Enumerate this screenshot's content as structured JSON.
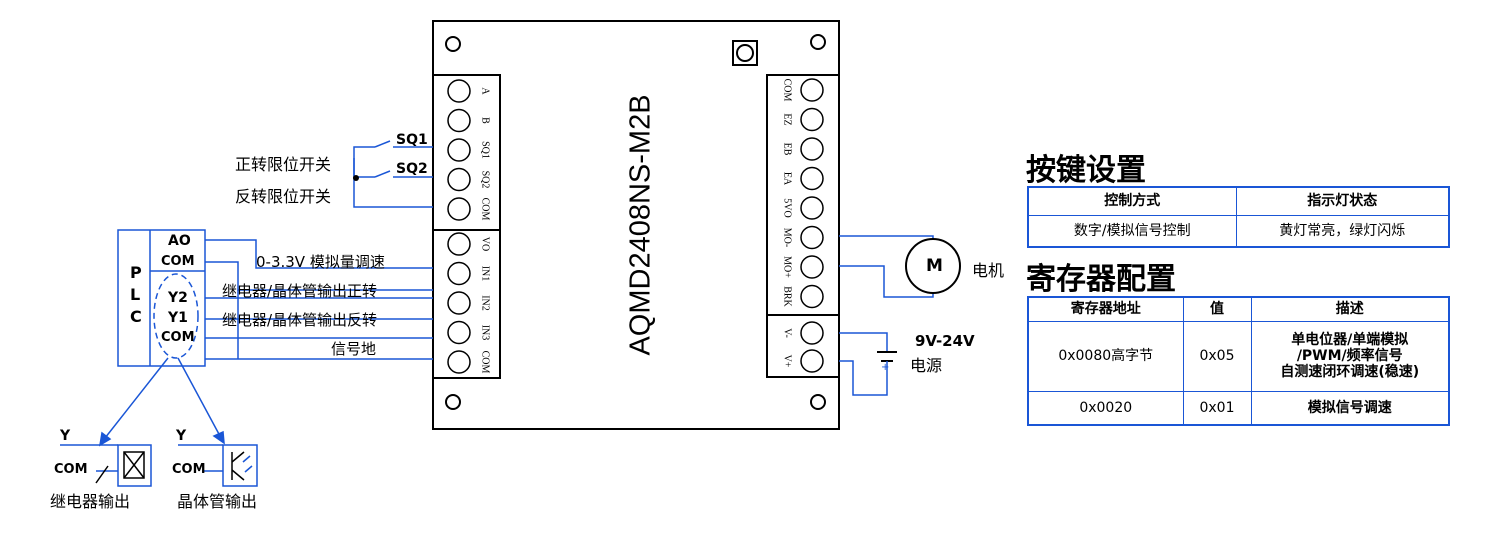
{
  "board": {
    "model": "AQMD2408NS-M2B",
    "left_terminals_top": [
      "A",
      "B",
      "SQ1",
      "SQ2",
      "COM"
    ],
    "left_terminals_bottom": [
      "VO",
      "IN1",
      "IN2",
      "IN3",
      "COM"
    ],
    "right_terminals_top": [
      "COM",
      "EZ",
      "EB",
      "EA",
      "5VO",
      "MO-",
      "MO+",
      "BRK"
    ],
    "right_terminals_bottom": [
      "V-",
      "V+"
    ]
  },
  "limit_switches": {
    "sq1": "SQ1",
    "sq2": "SQ2",
    "forward": "正转限位开关",
    "reverse": "反转限位开关"
  },
  "plc": {
    "title": [
      "P",
      "L",
      "C"
    ],
    "ao": "AO",
    "com1": "COM",
    "y2": "Y2",
    "y1": "Y1",
    "com2": "COM"
  },
  "signals": {
    "analog": "0-3.3V 模拟量调速",
    "forward": "继电器/晶体管输出正转",
    "reverse": "继电器/晶体管输出反转",
    "ground": "信号地"
  },
  "outputs": {
    "relay": {
      "y": "Y",
      "com": "COM",
      "label": "继电器输出"
    },
    "transistor": {
      "y": "Y",
      "com": "COM",
      "label": "晶体管输出"
    }
  },
  "motor": {
    "symbol": "M",
    "label": "电机"
  },
  "power": {
    "voltage": "9V-24V",
    "label": "电源"
  },
  "key_settings": {
    "title": "按键设置",
    "headers": [
      "控制方式",
      "指示灯状态"
    ],
    "rows": [
      [
        "数字/模拟信号控制",
        "黄灯常亮，绿灯闪烁"
      ]
    ]
  },
  "register_config": {
    "title": "寄存器配置",
    "headers": [
      "寄存器地址",
      "值",
      "描述"
    ],
    "rows": [
      {
        "address": "0x0080高字节",
        "value": "0x05",
        "desc": [
          "单电位器/单端模拟",
          "/PWM/频率信号",
          "自测速闭环调速(稳速)"
        ]
      },
      {
        "address": "0x0020",
        "value": "0x01",
        "desc": [
          "模拟信号调速"
        ]
      }
    ]
  },
  "colors": {
    "wire": "#1a56d6",
    "line": "#000000"
  }
}
